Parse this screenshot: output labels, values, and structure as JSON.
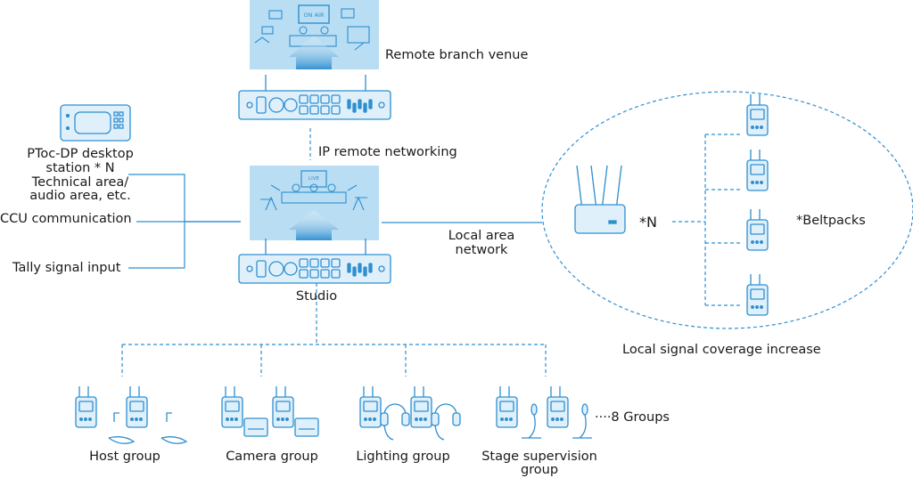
{
  "labels": {
    "remote_venue": "Remote branch venue",
    "ip_networking": "IP remote networking",
    "station_line1": "PToc-DP desktop",
    "station_line2": "station * N",
    "tech_line1": "Technical area/",
    "tech_line2": "audio area, etc.",
    "ccu": "CCU communication",
    "tally": "Tally signal input",
    "studio": "Studio",
    "lan_line1": "Local area",
    "lan_line2": "network",
    "router_count": "*N",
    "beltpacks": "*Beltpacks",
    "coverage": "Local signal coverage increase",
    "more_groups": "····8 Groups",
    "on_air": "ON AIR",
    "live": "LIVE"
  },
  "groups": [
    {
      "label": "Host group",
      "accessory": "lavalier-mic"
    },
    {
      "label": "Camera group",
      "accessory": "camera-module"
    },
    {
      "label": "Lighting group",
      "accessory": "headset"
    },
    {
      "label": "Stage supervision",
      "label2": "group",
      "accessory": "gooseneck-mic"
    }
  ],
  "colors": {
    "device_stroke": "#2e8fd0",
    "device_fill": "#dff0fb",
    "panel_fill": "#b9ddf3",
    "dashed_line": "#2e8fd0",
    "text": "#1a1a1a"
  }
}
